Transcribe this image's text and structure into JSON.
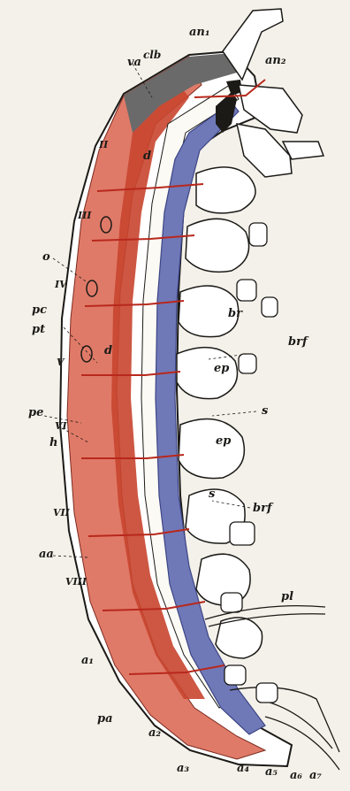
{
  "figure": {
    "colors": {
      "paper": "#f4f1ea",
      "ink": "#1b1a17",
      "red_body": "#e07a68",
      "dark_red": "#c8452f",
      "blue_gut": "#6f79b8",
      "dark_blue": "#3d4585",
      "shade": "#6a6a6a",
      "vessel": "#b8281c"
    },
    "labels": {
      "an1": "an₁",
      "an2": "an₂",
      "va": "va",
      "clb": "clb",
      "d_top": "d",
      "II": "II",
      "III": "III",
      "o": "o",
      "IV": "IV",
      "pc_top": "pc",
      "pt": "pt",
      "d_mid": "d",
      "V": "V",
      "pe": "pe",
      "VI": "VI",
      "h": "h",
      "br": "br",
      "brf_top": "brf",
      "ep_top": "ep",
      "s_top": "s",
      "ep_mid": "ep",
      "s_mid": "s",
      "brf_mid": "brf",
      "VII": "VII",
      "aa": "aa",
      "VIII": "VIII",
      "pl": "pl",
      "a1": "a₁",
      "pa": "pa",
      "a2": "a₂",
      "a3": "a₃",
      "a4": "a₄",
      "a5": "a₅",
      "a6": "a₆",
      "a7": "a₇"
    }
  }
}
